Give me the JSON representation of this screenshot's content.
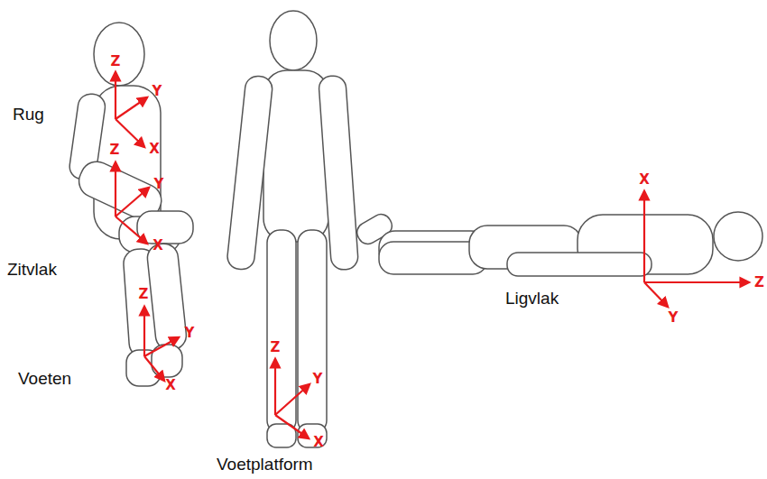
{
  "diagram": {
    "labels": [
      "Z",
      "Y",
      "X",
      "Rug",
      "Z",
      "Y",
      "X",
      "Zitvlak",
      "Z",
      "Y",
      "X",
      "Voeten",
      "Z",
      "Y",
      "X",
      "Voetplatform",
      "X",
      "Z",
      "Y",
      "Ligvlak"
    ]
  }
}
